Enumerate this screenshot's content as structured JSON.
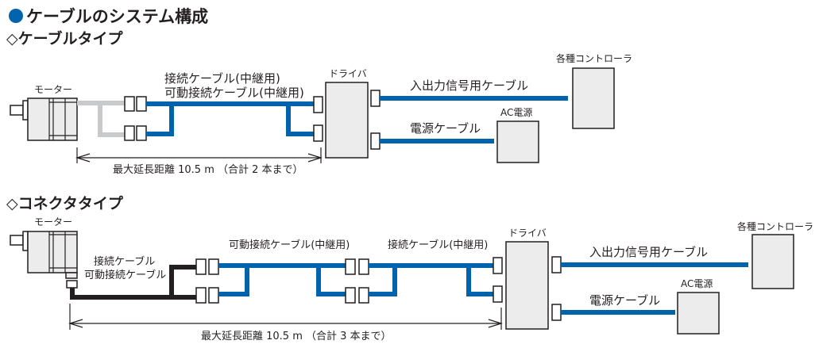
{
  "title": {
    "bullet_color": "#0063ac",
    "text": "ケーブルのシステム構成"
  },
  "colors": {
    "cable_blue": "#0063ac",
    "cable_gray": "#c8c9ca",
    "cable_black": "#231f20",
    "box_fill": "#ececed"
  },
  "sections": [
    {
      "heading": "◇ケーブルタイプ",
      "motor_label": "モーター",
      "relay_cable_label_1": "接続ケーブル(中継用)",
      "relay_cable_label_2": "可動接続ケーブル(中継用)",
      "driver_label": "ドライバ",
      "io_cable_label": "入出力信号用ケーブル",
      "power_cable_label": "電源ケーブル",
      "ac_power_label": "AC電源",
      "controller_label": "各種コントローラ",
      "max_distance_label": "最大延長距離 10.5 m （合計 2 本まで）"
    },
    {
      "heading": "◇コネクタタイプ",
      "motor_label": "モーター",
      "motor_cable_label_1": "接続ケーブル",
      "motor_cable_label_2": "可動接続ケーブル",
      "relay_flexible_label": "可動接続ケーブル(中継用)",
      "relay_cable_label": "接続ケーブル(中継用)",
      "driver_label": "ドライバ",
      "io_cable_label": "入出力信号用ケーブル",
      "power_cable_label": "電源ケーブル",
      "ac_power_label": "AC電源",
      "controller_label": "各種コントローラ",
      "max_distance_label": "最大延長距離 10.5 m （合計 3 本まで）"
    }
  ]
}
